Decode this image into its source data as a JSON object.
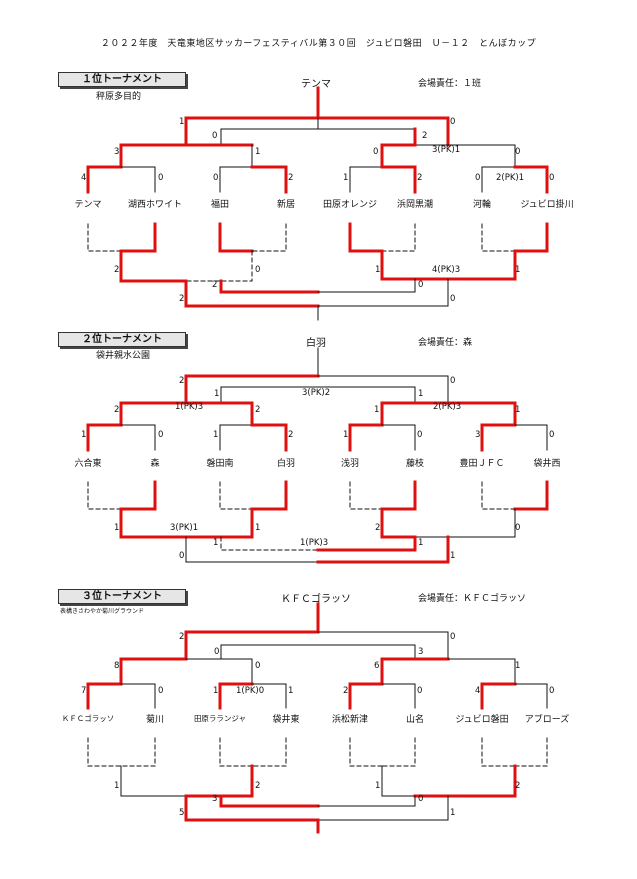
{
  "title": "２０２２年度　天竜東地区サッカーフェスティバル第３０回　ジュビロ磐田　Ｕ－１２　とんぼカップ",
  "colors": {
    "winner_line": "#e01010",
    "line": "#111111"
  },
  "tournaments": [
    {
      "banner": "１位トーナメント",
      "venue": "秤原多目的",
      "host": "テンマ",
      "duty": "会場責任：１班",
      "teams": [
        "テンマ",
        "湖西ホワイト",
        "福田",
        "新居",
        "田原オレンジ",
        "浜岡黒潮",
        "河輪",
        "ジュビロ掛川"
      ],
      "r1": [
        "4",
        "0",
        "0",
        "2",
        "1",
        "2",
        "0",
        "2(PK)1",
        "0"
      ],
      "r2": [
        "3",
        "0",
        "1",
        "0",
        "2",
        "3(PK)1",
        "0"
      ],
      "fin": [
        "1",
        "0",
        "2",
        "0"
      ],
      "bottom": [
        "2",
        "0",
        "2",
        "1",
        "4(PK)3",
        "1",
        "0",
        "2",
        "0"
      ]
    },
    {
      "banner": "２位トーナメント",
      "venue": "袋井親水公園",
      "host": "白羽",
      "duty": "会場責任：森",
      "teams": [
        "六合東",
        "森",
        "磐田南",
        "白羽",
        "浅羽",
        "藤枝",
        "豊田ＪＦＣ",
        "袋井西"
      ],
      "r1": [
        "1",
        "0",
        "1",
        "2",
        "1",
        "0",
        "3",
        "0"
      ],
      "r2": [
        "2",
        "1(PK)3",
        "2",
        "1",
        "2(PK)3",
        "1"
      ],
      "fin": [
        "2",
        "1",
        "3(PK)2",
        "1",
        "0"
      ],
      "bottom": [
        "1",
        "3(PK)1",
        "1",
        "1",
        "1(PK)3",
        "2",
        "0",
        "0",
        "1",
        "1"
      ]
    },
    {
      "banner": "３位トーナメント",
      "venue": "表構きさわやか菊川グラウンド",
      "host": "ＫＦＣゴラッソ",
      "duty": "会場責任：ＫＦＣゴラッソ",
      "teams": [
        "ＫＦＣゴラッソ",
        "菊川",
        "田原ラランジャ",
        "袋井東",
        "浜松新津",
        "山名",
        "ジュビロ磐田",
        "アブローズ"
      ],
      "r1": [
        "7",
        "0",
        "1",
        "1(PK)0",
        "1",
        "2",
        "0",
        "4",
        "0"
      ],
      "r2": [
        "8",
        "0",
        "0",
        "6",
        "3",
        "1"
      ],
      "fin": [
        "2",
        "0"
      ],
      "bottom": [
        "1",
        "3",
        "2",
        "1",
        "0",
        "2",
        "5",
        "1"
      ]
    }
  ]
}
